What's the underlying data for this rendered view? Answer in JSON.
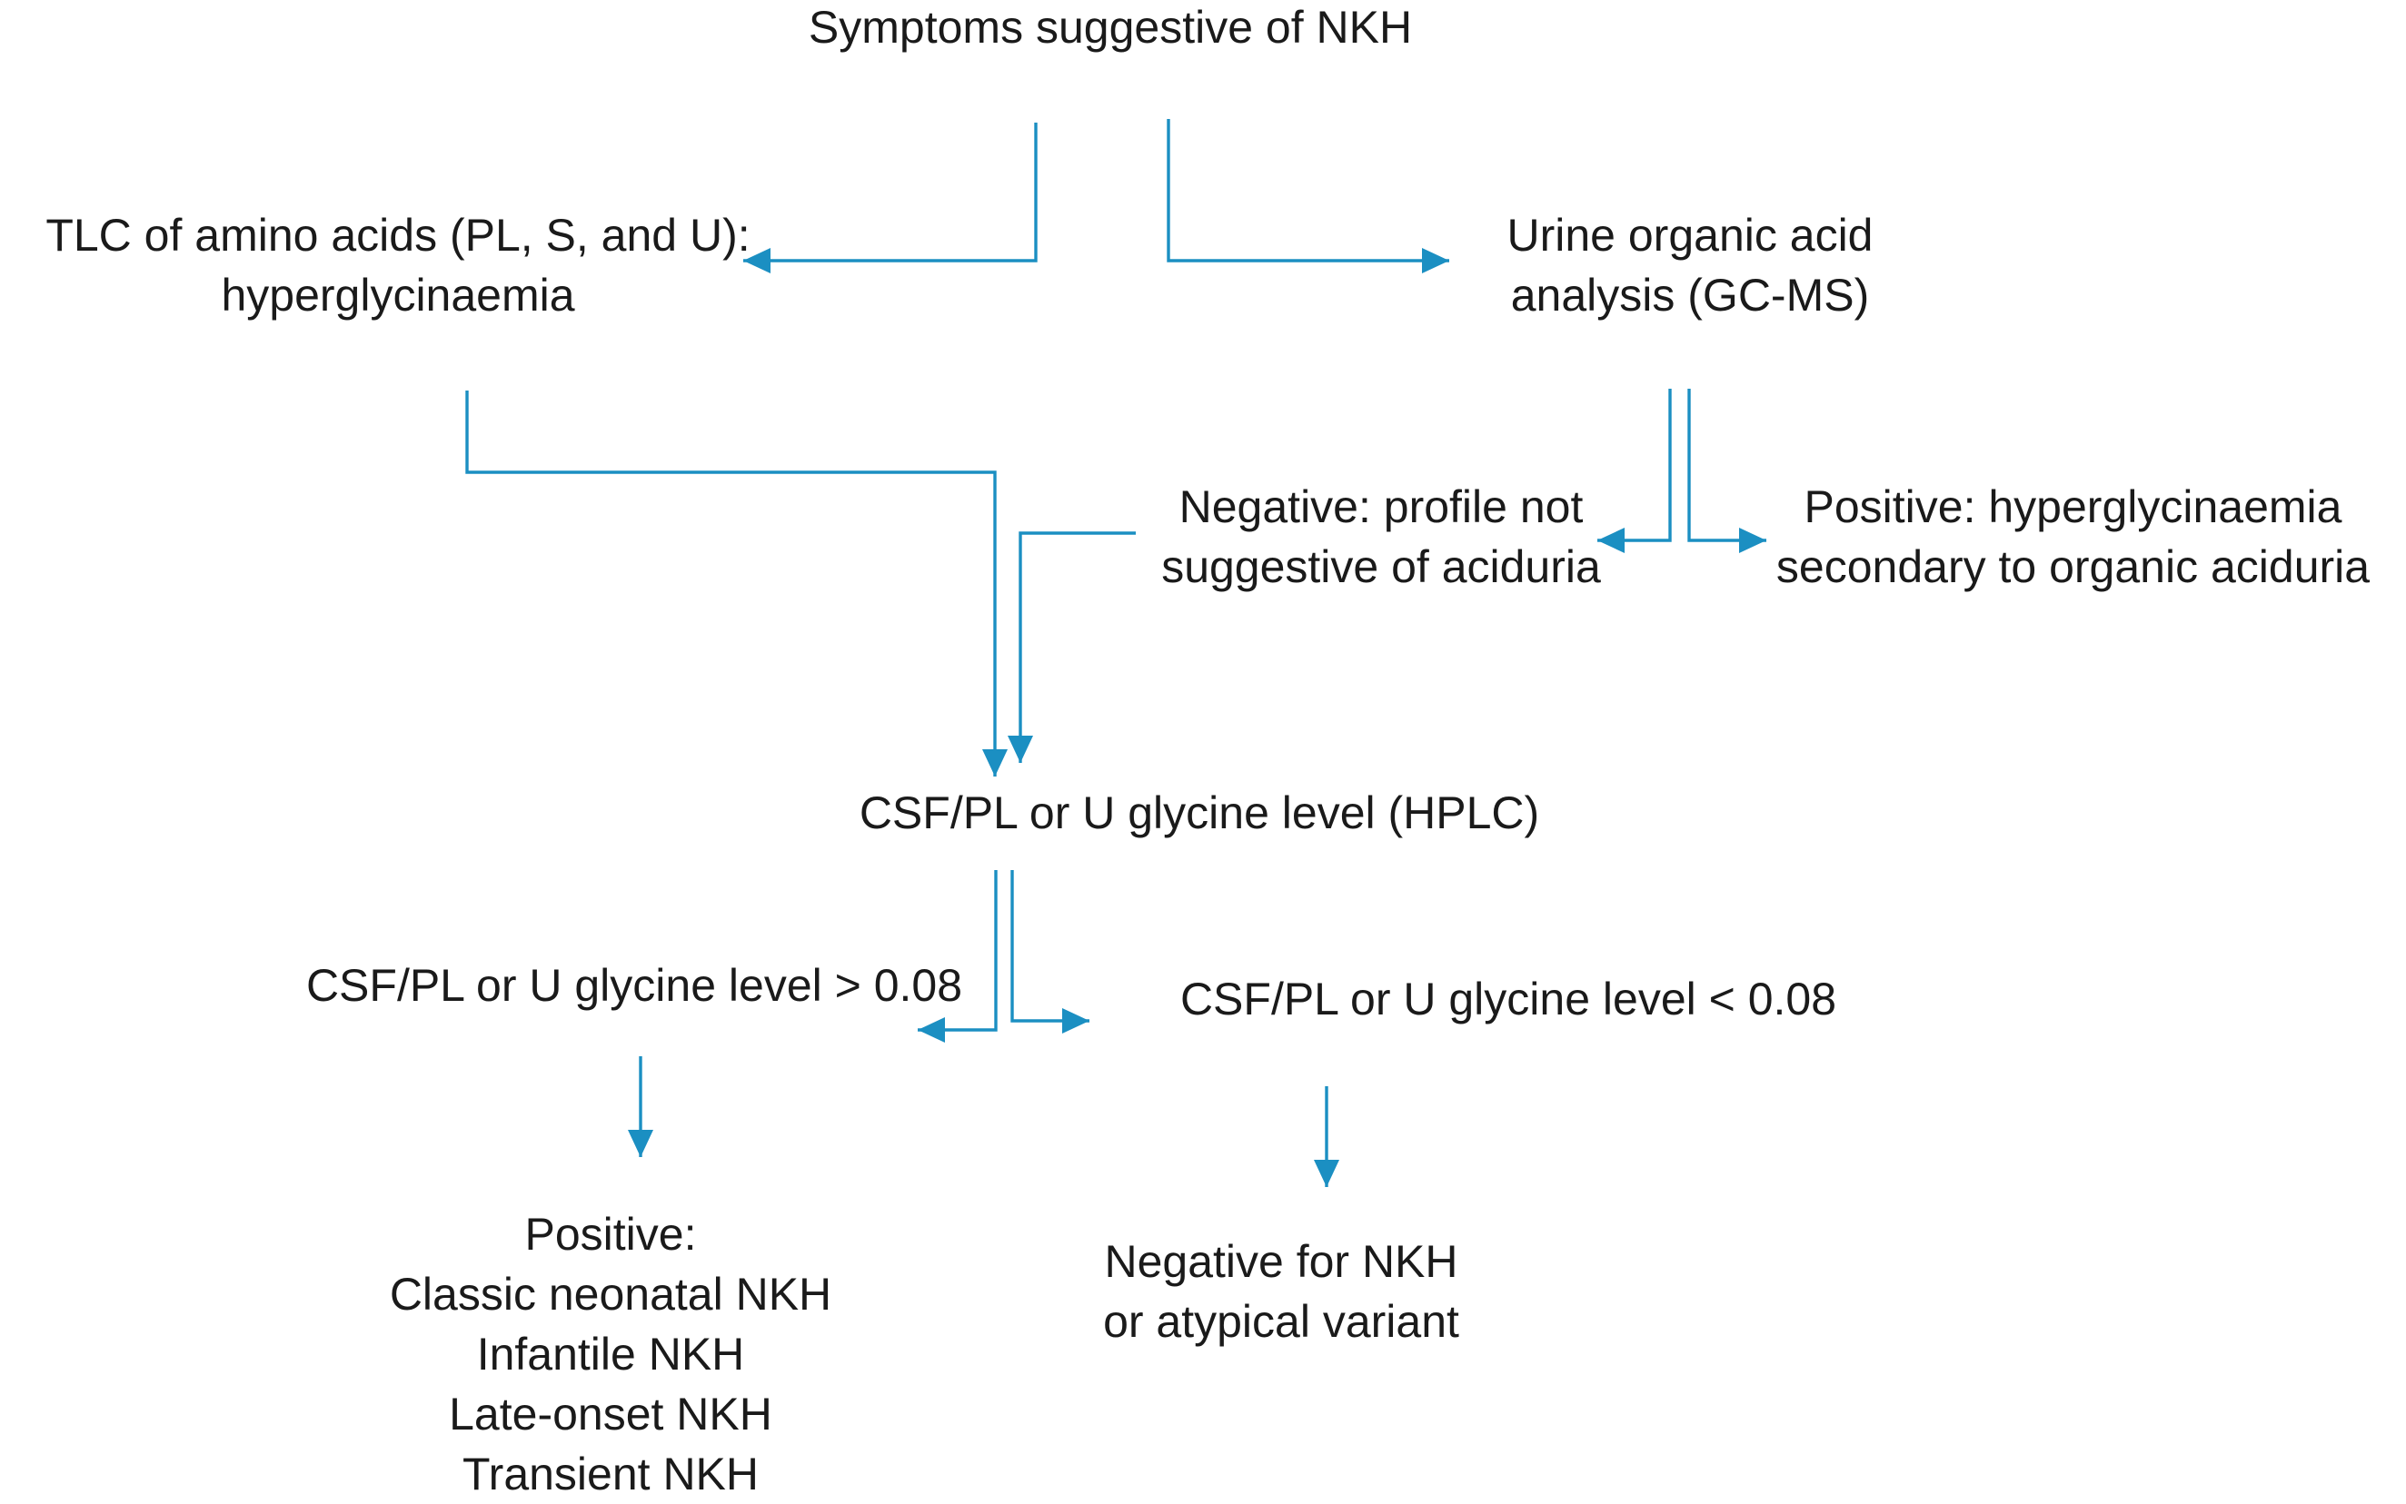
{
  "colors": {
    "connector": "#1b8fc2",
    "text": "#1a1a1a",
    "background": "#ffffff"
  },
  "nodes": {
    "symptoms": [
      "Symptoms suggestive of NKH"
    ],
    "tlc": [
      "TLC of amino acids (PL, S, and U):",
      "hyperglycinaemia"
    ],
    "urine": [
      "Urine organic acid",
      "analysis (GC-MS)"
    ],
    "negative_profile": [
      "Negative: profile not",
      "suggestive of aciduria"
    ],
    "positive_secondary": [
      "Positive: hyperglycinaemia",
      "secondary to organic aciduria"
    ],
    "csf_level": [
      "CSF/PL or U glycine level (HPLC)"
    ],
    "level_high": [
      "CSF/PL or U glycine level > 0.08"
    ],
    "level_low": [
      "CSF/PL or U glycine level < 0.08"
    ],
    "positive_types": [
      "Positive:",
      "Classic neonatal NKH",
      "Infantile NKH",
      "Late-onset NKH",
      "Transient NKH"
    ],
    "negative_nkh": [
      "Negative for NKH",
      "or atypical variant"
    ]
  }
}
